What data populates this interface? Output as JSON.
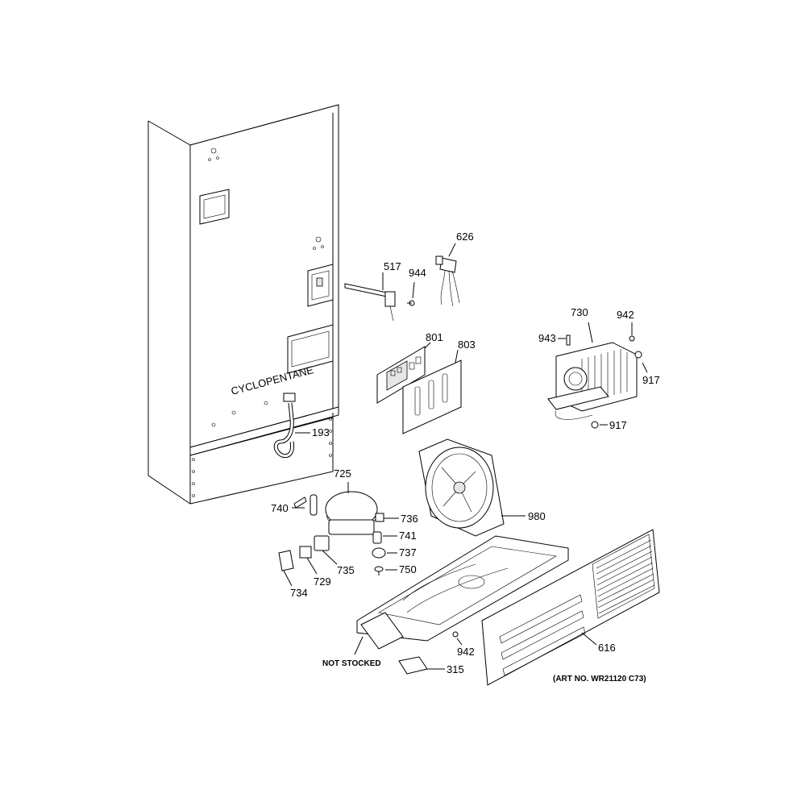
{
  "cabinet_text": "CYCLOPENTANE",
  "labels": {
    "p626": "626",
    "p517": "517",
    "p944": "944",
    "p730": "730",
    "p942a": "942",
    "p943": "943",
    "p917a": "917",
    "p917b": "917",
    "p801": "801",
    "p803": "803",
    "p193": "193",
    "p725": "725",
    "p740": "740",
    "p736": "736",
    "p741": "741",
    "p737": "737",
    "p750": "750",
    "p735": "735",
    "p729": "729",
    "p734": "734",
    "p980": "980",
    "p942b": "942",
    "p616": "616",
    "p315": "315"
  },
  "notes": {
    "not_stocked": "NOT STOCKED",
    "art_no": "(ART NO. WR21120 C73)"
  }
}
